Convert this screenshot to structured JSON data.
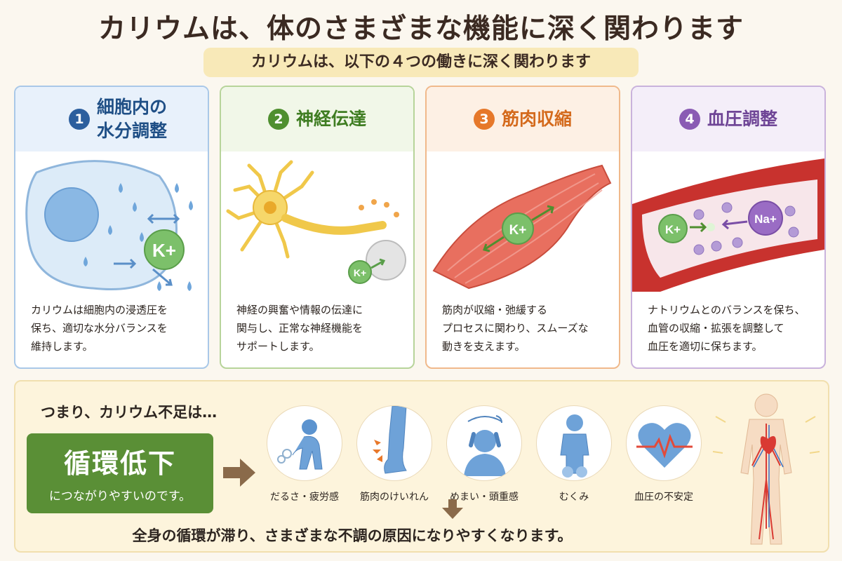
{
  "title": "カリウムは、体のさまざまな機能に深く関わります",
  "subtitle": "カリウムは、以下の４つの働きに深く関わります",
  "cards": [
    {
      "number": "1",
      "title_line1": "細胞内の",
      "title_line2": "水分調整",
      "ion_label": "K+",
      "text": "カリウムは細胞内の浸透圧を\n保ち、適切な水分バランスを\n維持します。",
      "color": "#2c5f9e"
    },
    {
      "number": "2",
      "title": "神経伝達",
      "ion_label": "K+",
      "text": "神経の興奮や情報の伝達に\n関与し、正常な神経機能を\nサポートします。",
      "color": "#4f8f2f"
    },
    {
      "number": "3",
      "title": "筋肉収縮",
      "ion_label": "K+",
      "text": "筋肉が収縮・弛緩する\nプロセスに関わり、スムーズな\n動きを支えます。",
      "color": "#e6782a"
    },
    {
      "number": "4",
      "title": "血圧調整",
      "ion_label_k": "K+",
      "ion_label_na": "Na+",
      "text": "ナトリウムとのバランスを保ち、\n血管の収縮・拡張を調整して\n血圧を適切に保ちます。",
      "color": "#8a5bb4"
    }
  ],
  "summary": {
    "lead": "つまり、カリウム不足は…",
    "highlight": "循環低下",
    "highlight_sub": "につながりやすいのです。",
    "symptoms": [
      {
        "label": "だるさ・疲労感",
        "icon": "fatigue-person-icon"
      },
      {
        "label": "筋肉のけいれん",
        "icon": "leg-cramp-icon"
      },
      {
        "label": "めまい・頭重感",
        "icon": "dizzy-head-icon"
      },
      {
        "label": "むくみ",
        "icon": "swelling-person-icon"
      },
      {
        "label": "血圧の不安定",
        "icon": "heart-pulse-icon"
      }
    ],
    "conclusion": "全身の循環が滞り、さまざまな不調の原因になりやすくなります。"
  }
}
